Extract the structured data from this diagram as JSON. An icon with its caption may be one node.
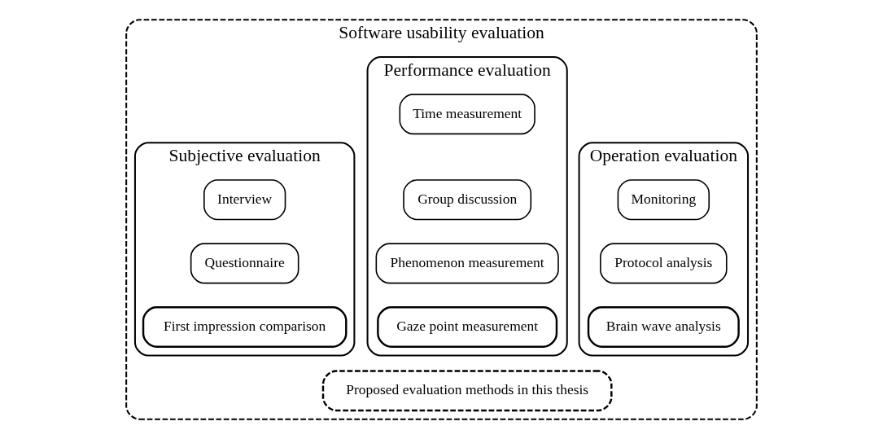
{
  "diagram": {
    "nodes": [
      {
        "text": [
          "Software usability evaluation"
        ]
      },
      {
        "text": [
          "Operation evaluation"
        ],
        "in": 0
      },
      {
        "text": [
          "Monitoring"
        ],
        "in": 1
      },
      {
        "text": [
          "Protocol analysis"
        ],
        "in": 1
      },
      {
        "text": [
          "Brain wave analysis"
        ],
        "in": 1
      },
      {
        "text": [
          "Performance evaluation"
        ],
        "in": 0
      },
      {
        "text": [
          "Time measurement"
        ],
        "in": 5
      },
      {
        "text": [
          "Group discussion"
        ],
        "in": 5
      },
      {
        "text": [
          "Phenomenon measurement"
        ],
        "in": 5
      },
      {
        "text": [
          "Gaze point measurement"
        ],
        "in": 5
      },
      {
        "text": [
          "Subjective evaluation"
        ],
        "in": 0
      },
      {
        "text": [
          "Interview"
        ],
        "in": 10
      },
      {
        "text": [
          "Questionnaire"
        ],
        "in": 10
      },
      {
        "text": [
          "First impression comparison"
        ],
        "in": 10
      },
      {
        "text": [
          "Proposed evaluation methods in this thesis"
        ],
        "in": 0
      }
    ]
  }
}
